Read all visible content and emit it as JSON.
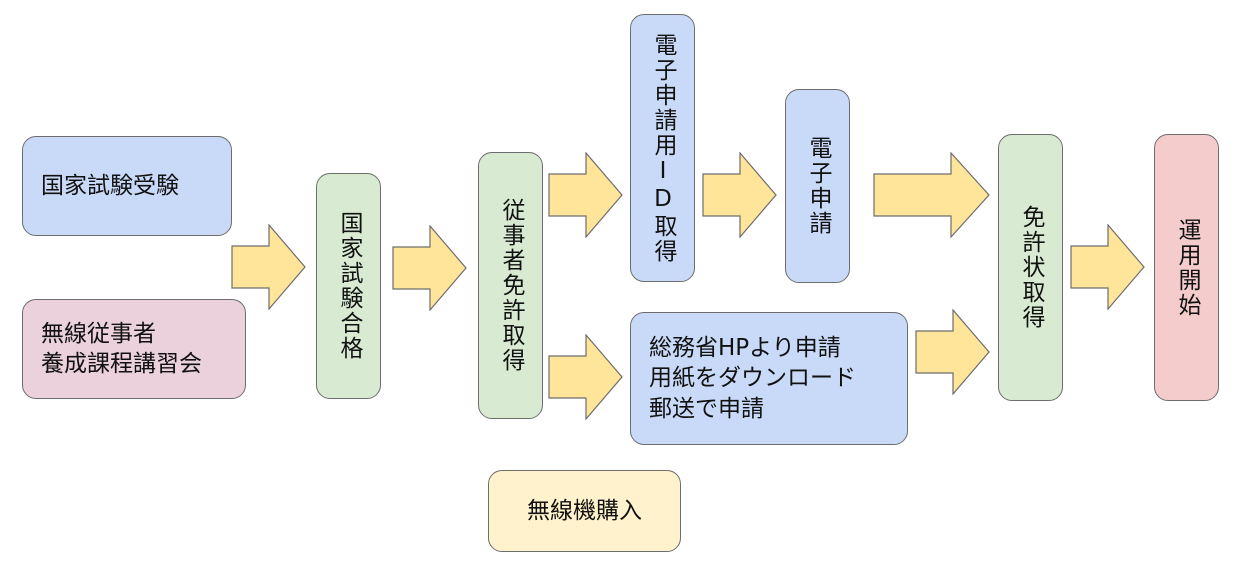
{
  "nodes": {
    "exam_taking": {
      "label": "国家試験受験"
    },
    "training_course": {
      "lines": [
        "無線従事者",
        "養成課程講習会"
      ]
    },
    "exam_pass": {
      "label": "国家試験合格"
    },
    "operator_license": {
      "label": "従事者免許取得"
    },
    "e_app_id": {
      "label": "電子申請用ID取得"
    },
    "e_application": {
      "label": "電子申請"
    },
    "mail_application": {
      "lines": [
        "総務省HPより申請",
        "用紙をダウンロード",
        "郵送で申請"
      ]
    },
    "station_license": {
      "label": "免許状取得"
    },
    "start_operation": {
      "label": "運用開始"
    },
    "buy_radio": {
      "label": "無線機購入"
    }
  },
  "colors": {
    "blue": "#c9daf8",
    "pink": "#ead1dc",
    "green": "#d9ead3",
    "yellow": "#fff2cc",
    "red": "#f4cccc",
    "arrow": "#ffe599",
    "border": "#6d6d6d"
  }
}
